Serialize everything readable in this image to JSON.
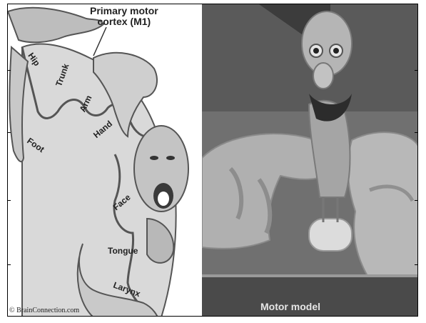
{
  "left_panel": {
    "title_line1": "Primary motor",
    "title_line2": "cortex (M1)",
    "labels": {
      "hip": "Hip",
      "trunk": "Trunk",
      "arm": "Arm",
      "hand": "Hand",
      "foot": "Foot",
      "face": "Face",
      "tongue": "Tongue",
      "larynx": "Larynx"
    },
    "credit": "© BrainConnection.com"
  },
  "right_panel": {
    "caption": "Motor model"
  }
}
